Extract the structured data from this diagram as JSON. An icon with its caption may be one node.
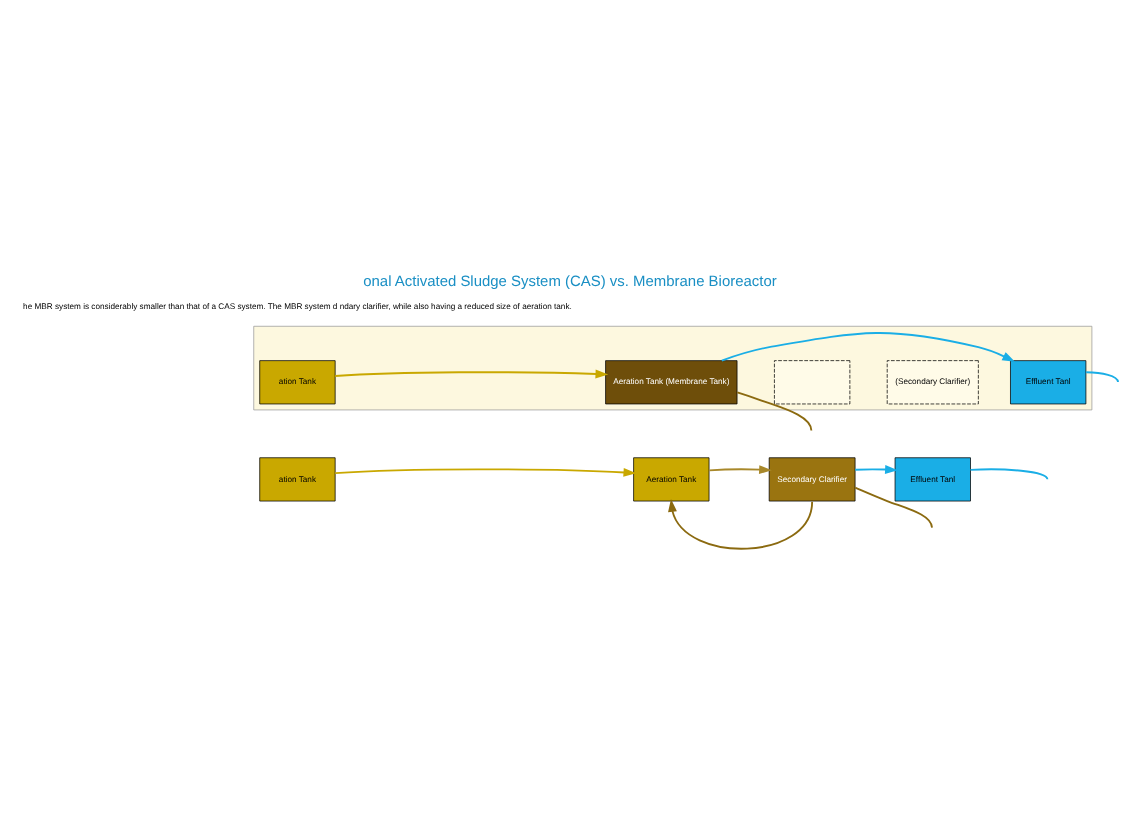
{
  "diagram": {
    "title": "onal Activated Sludge System (CAS) vs. Membrane Bioreactor",
    "nodes": [
      {
        "text": [
          "ation Tank"
        ]
      },
      {
        "text": [
          "Aeration Tank"
        ]
      },
      {
        "text": [
          "Secondary Clarifier"
        ]
      },
      {
        "text": [
          "Effluent Tanl"
        ]
      },
      {
        "text": [],
        "shape": "band"
      },
      {
        "text": [
          "ation Tank"
        ],
        "in": 4
      },
      {
        "text": [
          "Aeration Tank (Membrane Tank)"
        ],
        "in": 4
      },
      {
        "text": [],
        "shape": "box",
        "in": 4
      },
      {
        "text": [
          "(Secondary Clarifier)"
        ],
        "in": 4
      },
      {
        "text": [
          "Effluent Tanl"
        ],
        "in": 4
      }
    ],
    "edges": [
      {
        "from": 0,
        "to": 1,
        "arrow": "to",
        "color": "#c9a800"
      },
      {
        "from": 1,
        "to": 2,
        "arrow": "to",
        "color": "#a8882a"
      },
      {
        "from": 2,
        "to": 3,
        "arrow": "to",
        "color": "#1aaee6"
      },
      {
        "from": 3,
        "to": null,
        "arrow": "none",
        "color": "#1aaee6"
      },
      {
        "from": 2,
        "to": 1,
        "arrow": "to",
        "color": "#8b6a10"
      },
      {
        "from": 2,
        "to": null,
        "arrow": "none",
        "color": "#8b6a10"
      },
      {
        "from": 5,
        "to": 6,
        "arrow": "to",
        "color": "#c9a800"
      },
      {
        "from": 6,
        "to": 9,
        "arrow": "to",
        "color": "#1aaee6"
      },
      {
        "from": 9,
        "to": null,
        "arrow": "none",
        "color": "#1aaee6"
      },
      {
        "from": 6,
        "to": null,
        "arrow": "none",
        "color": "#8b6a10"
      }
    ],
    "labels": [
      "he MBR system is considerably smaller than that of a CAS system. The MBR system d ndary clarifier, while also having a reduced size of aeration tank."
    ]
  }
}
